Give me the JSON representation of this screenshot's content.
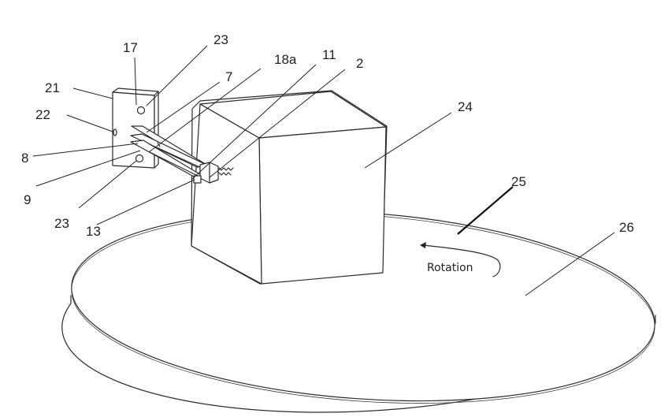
{
  "figure": {
    "rotation_text": "Rotation",
    "labels": {
      "l17": "17",
      "l23a": "23",
      "l18a": "18a",
      "l11": "11",
      "l2": "2",
      "l7": "7",
      "l21": "21",
      "l22": "22",
      "l24": "24",
      "l8": "8",
      "l9": "9",
      "l23b": "23",
      "l13": "13",
      "l25": "25",
      "l26": "26"
    }
  }
}
